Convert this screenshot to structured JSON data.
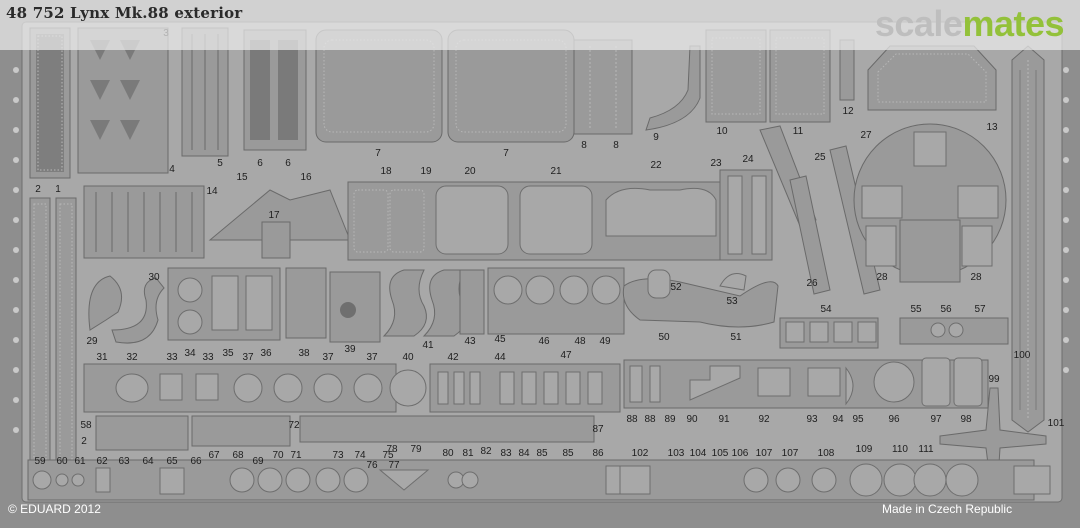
{
  "title": "48 752 Lynx Mk.88 exterior",
  "brand": {
    "scale": "scale",
    "mates": "mates"
  },
  "copyright": "© EDUARD 2012",
  "origin": "Made in Czech Republic",
  "colors": {
    "sheet": "#8e8e8e",
    "brand_scale": "#bebebe",
    "brand_mates": "#93c13a"
  },
  "part_numbers": [
    "1",
    "2",
    "2",
    "3",
    "4",
    "5",
    "6",
    "6",
    "7",
    "7",
    "8",
    "8",
    "9",
    "10",
    "11",
    "12",
    "13",
    "14",
    "15",
    "16",
    "17",
    "18",
    "19",
    "20",
    "21",
    "22",
    "23",
    "24",
    "25",
    "26",
    "27",
    "28",
    "28",
    "29",
    "30",
    "31",
    "32",
    "33",
    "33",
    "34",
    "35",
    "36",
    "37",
    "37",
    "37",
    "38",
    "39",
    "40",
    "41",
    "42",
    "43",
    "44",
    "45",
    "46",
    "47",
    "48",
    "49",
    "50",
    "51",
    "52",
    "53",
    "54",
    "55",
    "56",
    "57",
    "58",
    "59",
    "60",
    "61",
    "62",
    "63",
    "64",
    "65",
    "66",
    "67",
    "68",
    "69",
    "70",
    "71",
    "72",
    "73",
    "74",
    "75",
    "76",
    "77",
    "78",
    "79",
    "80",
    "81",
    "82",
    "83",
    "84",
    "85",
    "85",
    "86",
    "87",
    "88",
    "88",
    "89",
    "90",
    "91",
    "92",
    "93",
    "94",
    "95",
    "96",
    "97",
    "98",
    "99",
    "100",
    "101",
    "102",
    "103",
    "104",
    "105",
    "106",
    "107",
    "107",
    "108",
    "109",
    "110",
    "111"
  ]
}
